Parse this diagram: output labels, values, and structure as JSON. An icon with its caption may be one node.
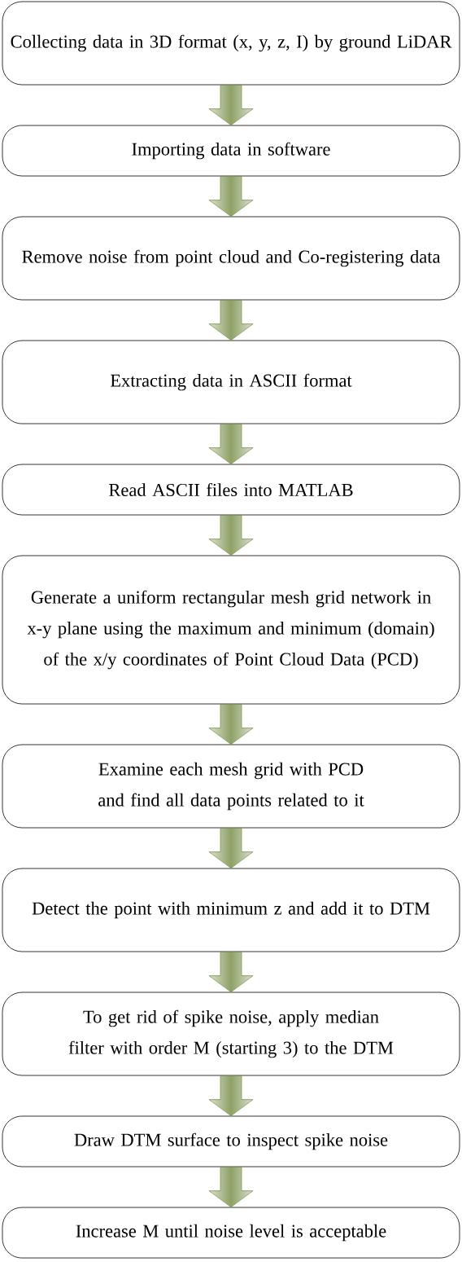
{
  "diagram": {
    "nodes": [
      {
        "text": [
          "Collecting data in 3D format (x, y, z, I) by ground LiDAR"
        ]
      },
      {
        "text": [
          "Importing data in software"
        ]
      },
      {
        "text": [
          "Remove noise from point cloud and Co-registering data"
        ]
      },
      {
        "text": [
          "Extracting data in ASCII format"
        ]
      },
      {
        "text": [
          "Read ASCII files into MATLAB"
        ]
      },
      {
        "text": [
          "Generate a uniform rectangular mesh grid network in x-y plane using the maximum and minimum (domain) of the x/y coordinates of Point Cloud Data (PCD)"
        ]
      },
      {
        "text": [
          "Examine each mesh grid with PCD and find all data points related to it"
        ]
      },
      {
        "text": [
          "Detect the point with minimum z and add it to DTM"
        ]
      },
      {
        "text": [
          "To get rid of spike noise, apply median filter with order M (starting 3) to the DTM"
        ]
      },
      {
        "text": [
          "Draw DTM surface to inspect spike noise"
        ]
      },
      {
        "text": [
          "Increase M until noise level is acceptable"
        ]
      }
    ],
    "edges": [
      {
        "from": 0,
        "to": 1,
        "arrow": "to"
      },
      {
        "from": 1,
        "to": 2,
        "arrow": "to"
      },
      {
        "from": 2,
        "to": 3,
        "arrow": "to"
      },
      {
        "from": 3,
        "to": 4,
        "arrow": "to"
      },
      {
        "from": 4,
        "to": 5,
        "arrow": "to"
      },
      {
        "from": 5,
        "to": 6,
        "arrow": "to"
      },
      {
        "from": 6,
        "to": 7,
        "arrow": "to"
      },
      {
        "from": 7,
        "to": 8,
        "arrow": "to"
      },
      {
        "from": 8,
        "to": 9,
        "arrow": "to"
      },
      {
        "from": 9,
        "to": 10,
        "arrow": "to"
      }
    ]
  }
}
